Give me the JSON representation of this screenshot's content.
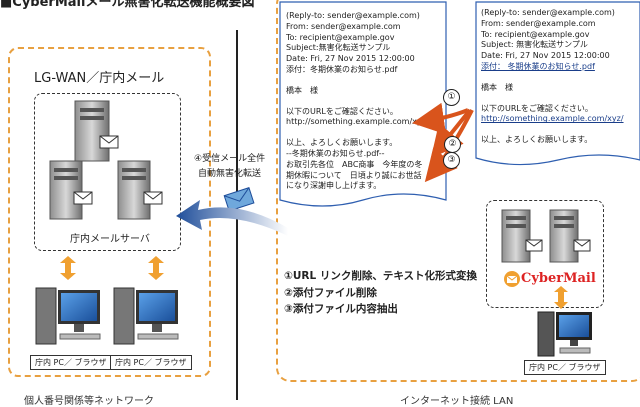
{
  "page_title": "■CyberMailメール無害化転送機能概要図",
  "lgwan": {
    "title": "LG-WAN／庁内メール",
    "server_label": "庁内メールサーバ",
    "pc_labels": [
      "庁内 PC／ ブラウザ",
      "庁内 PC／ ブラウザ"
    ],
    "bottom_caption": "個人番号関係等ネットワーク"
  },
  "transfer": {
    "line1": "④受信メール全件",
    "line2": "自動無害化転送"
  },
  "internet": {
    "bottom_caption": "インターネット接続 LAN",
    "pc_label": "庁内 PC／ ブラウザ",
    "cybermail_logo": "CyberMail"
  },
  "original_mail": {
    "lines": [
      "(Reply-to: sender@example.com)",
      "From: sender@example.com",
      "To: recipient@example.gov",
      "Subject: 無害化転送サンプル",
      "Date: Fri, 27 Nov 2015 12:00:00",
      "添付： 冬期休業のお知らせ.pdf",
      "",
      "橋本　様",
      "",
      "以下のURLをご確認ください。",
      "http://something.example.com/xyz/",
      "",
      "以上、よろしくお願いします。"
    ]
  },
  "converted_mail": {
    "lines": [
      "(Reply-to: sender@example.com)",
      "From: sender@example.com",
      "To: recipient@example.gov",
      "Subject:無害化転送サンプル",
      "Date: Fri, 27 Nov 2015 12:00:00",
      "添付：冬期休業のお知らせ.pdf",
      "",
      "橋本　様",
      "",
      "以下のURLをご確認ください。",
      "http://something.example.com/xyz/",
      "",
      "以上、よろしくお願いします。",
      "--冬期休業のお知らせ.pdf--",
      "お取引先各位　ABC商事　今年度の冬",
      "期休暇について　日頃より誠にお世話",
      "になり深謝申し上げます。"
    ]
  },
  "steps": [
    "①URL リンク削除、テキスト化形式変換",
    "②添付ファイル削除",
    "③添付ファイル内容抽出"
  ],
  "markers": [
    "①",
    "②",
    "③"
  ],
  "colors": {
    "dashed_border": "#e8a040",
    "arrow_red": "#d9541c",
    "arrow_blue": "#1f4e9a",
    "logo_red": "#dd2222"
  }
}
